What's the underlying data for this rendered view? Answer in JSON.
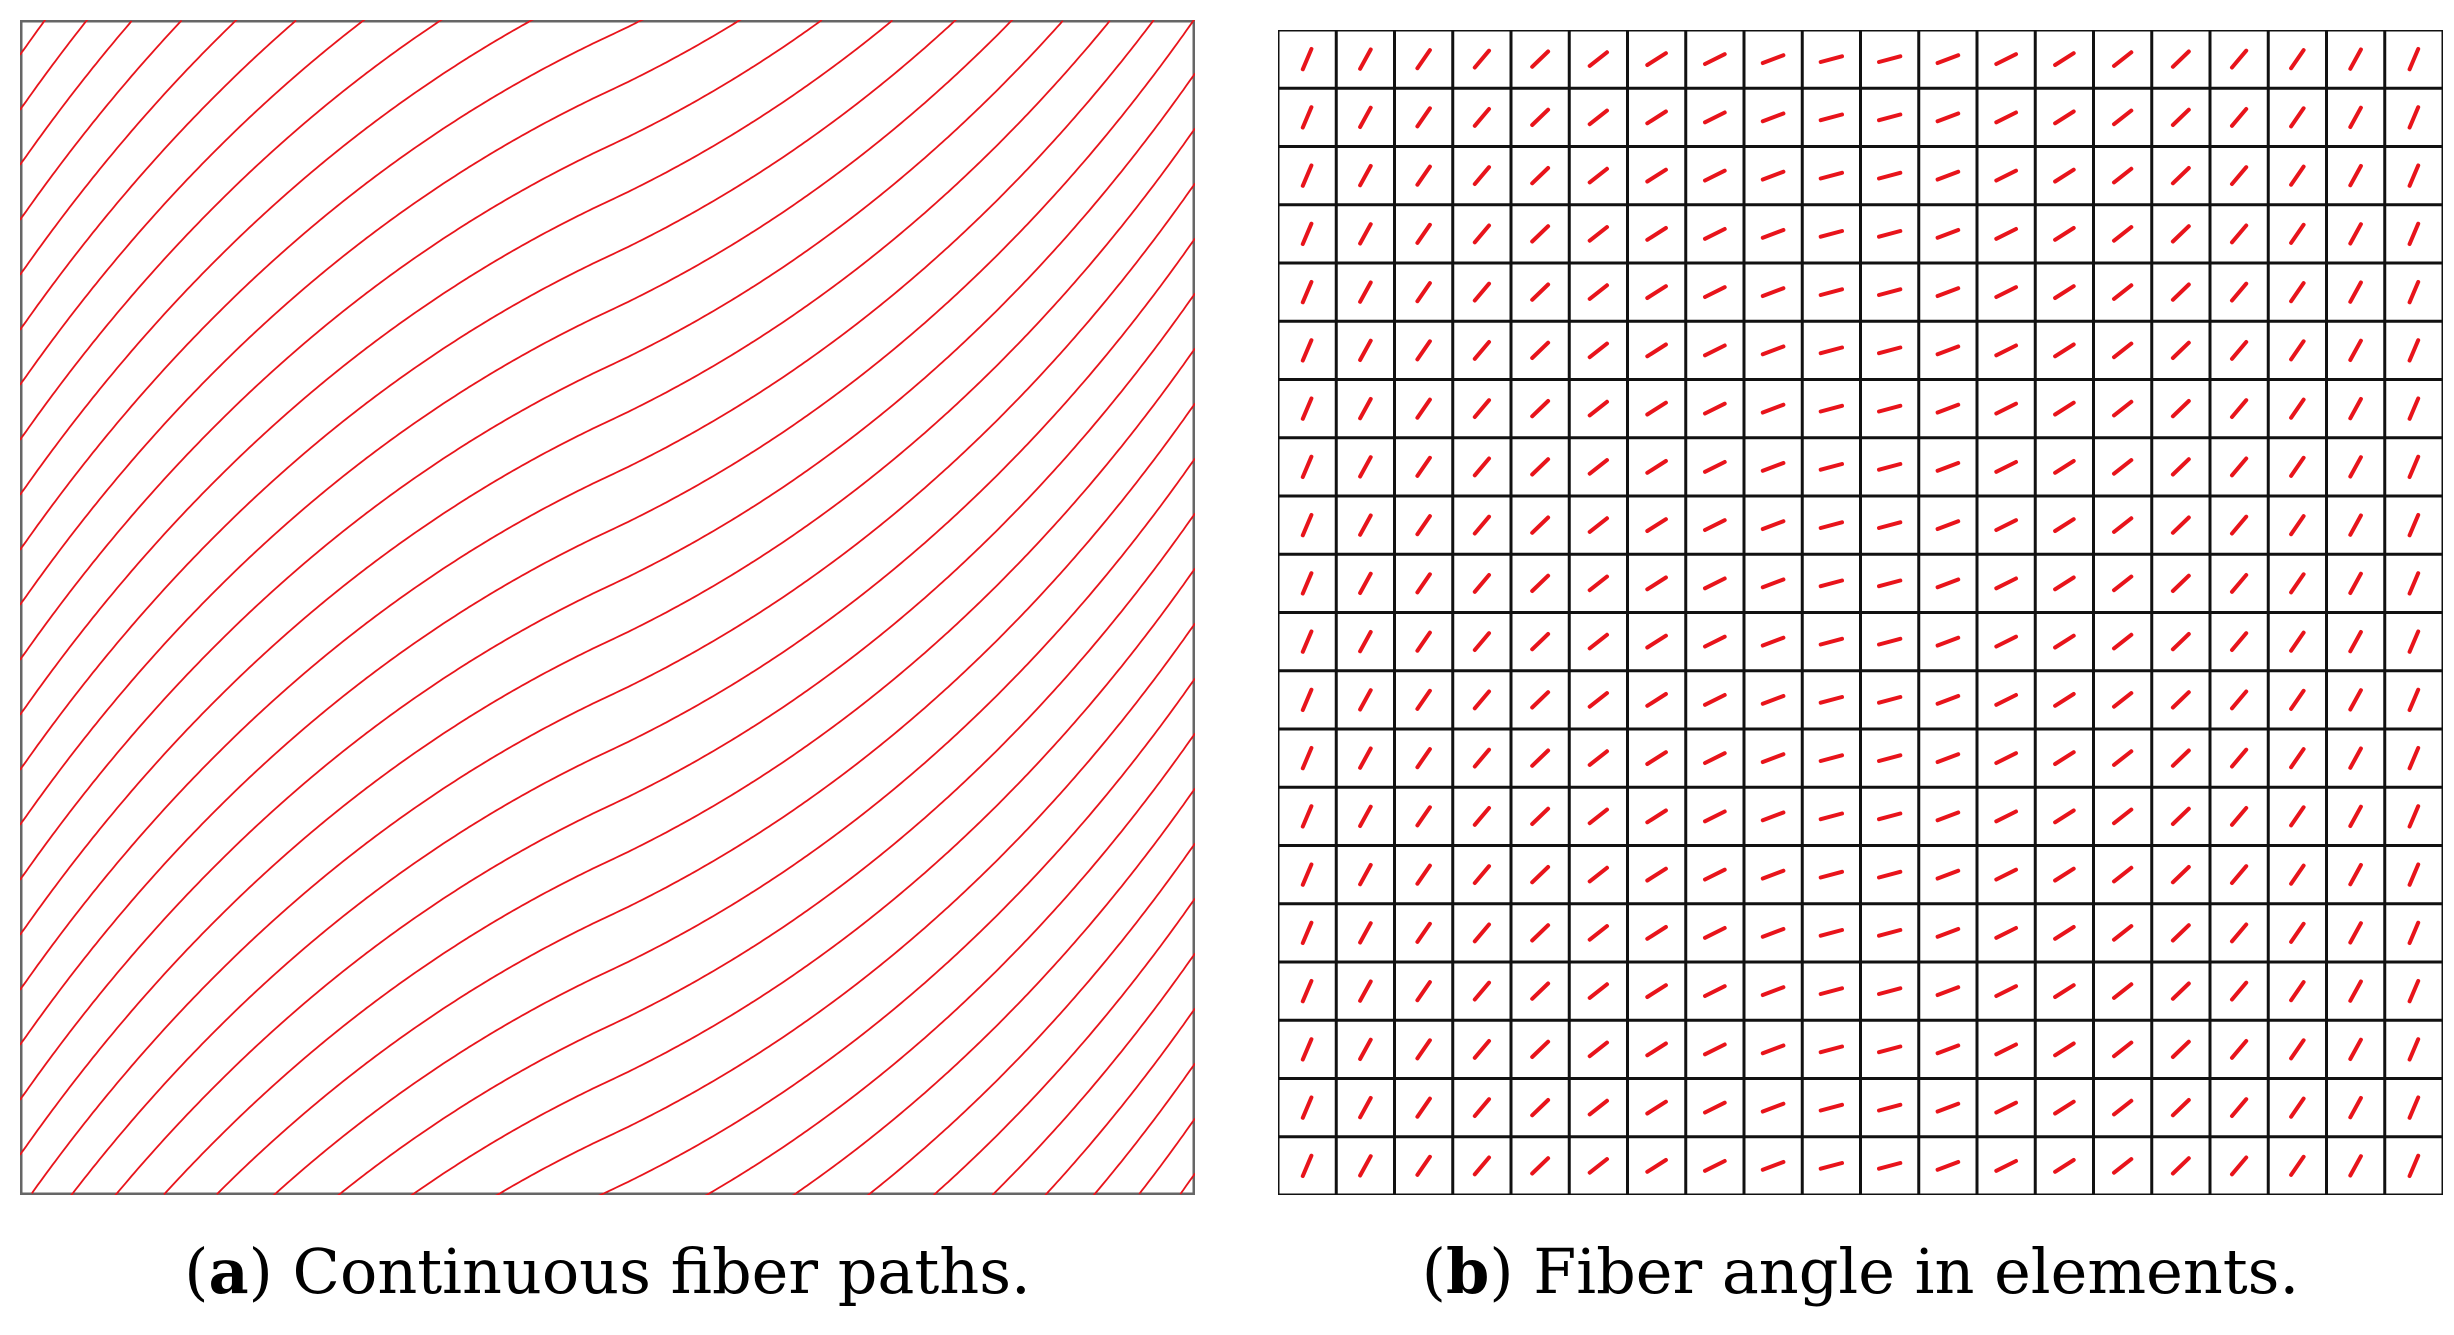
{
  "captions": {
    "a_label": "a",
    "a_text": "Continuous fiber paths.",
    "b_label": "b",
    "b_text": "Fiber angle in elements."
  },
  "colors": {
    "fiber": "#e8141b",
    "grid": "#111111",
    "frame": "#666666"
  },
  "mesh": {
    "columns": 20,
    "rows": 20
  }
}
